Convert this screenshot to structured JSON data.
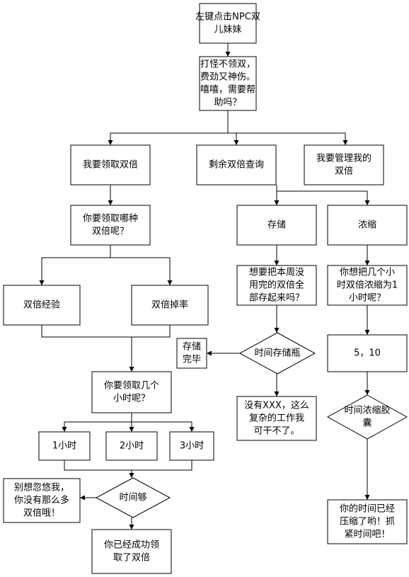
{
  "nodes": {
    "n_start": {
      "lines": [
        "左键点击NPC双",
        "儿妹妹"
      ]
    },
    "n_greet": {
      "lines": [
        "打怪不领双，",
        "费劲又神伤。",
        "嘻嘻，需要帮",
        "助吗？"
      ]
    },
    "n_claim": {
      "lines": [
        "我要领取双倍"
      ]
    },
    "n_query": {
      "lines": [
        "剩余双倍查询"
      ]
    },
    "n_manage": {
      "lines": [
        "我要管理我的",
        "双倍"
      ]
    },
    "n_which": {
      "lines": [
        "你要领取哪种",
        "双倍呢？"
      ]
    },
    "n_exp": {
      "lines": [
        "双倍经验"
      ]
    },
    "n_drop": {
      "lines": [
        "双倍掉率"
      ]
    },
    "n_hours_q": {
      "lines": [
        "你要领取几个",
        "小时呢？"
      ]
    },
    "n_1h": {
      "lines": [
        "1小时"
      ]
    },
    "n_2h": {
      "lines": [
        "2小时"
      ]
    },
    "n_3h": {
      "lines": [
        "3小时"
      ]
    },
    "n_enough": {
      "lines": [
        "时间够"
      ]
    },
    "n_notenough": {
      "lines": [
        "别想忽悠我，",
        "你没有那么多",
        "双倍哦！"
      ]
    },
    "n_success": {
      "lines": [
        "你已经成功领",
        "取了双倍"
      ]
    },
    "n_store": {
      "lines": [
        "存储"
      ]
    },
    "n_compress": {
      "lines": [
        "浓缩"
      ]
    },
    "n_store_q": {
      "lines": [
        "想要把本周没",
        "用完的双倍全",
        "部存起来吗？"
      ]
    },
    "n_compress_q": {
      "lines": [
        "你想把几个小",
        "时双倍浓缩为1",
        "小时呢？"
      ]
    },
    "n_bottle": {
      "lines": [
        "时间存储瓶"
      ]
    },
    "n_store_done": {
      "lines": [
        "存储",
        "完毕"
      ]
    },
    "n_no_xxx": {
      "lines": [
        "没有XXX，这么",
        "复杂的工作我",
        "可干不了。"
      ]
    },
    "n_510": {
      "lines": [
        "5，10"
      ]
    },
    "n_capsule": {
      "lines": [
        "时间浓缩胶",
        "囊"
      ]
    },
    "n_compressed": {
      "lines": [
        "你的时间已经",
        "压缩了哟！抓",
        "紧时间吧！"
      ]
    }
  }
}
